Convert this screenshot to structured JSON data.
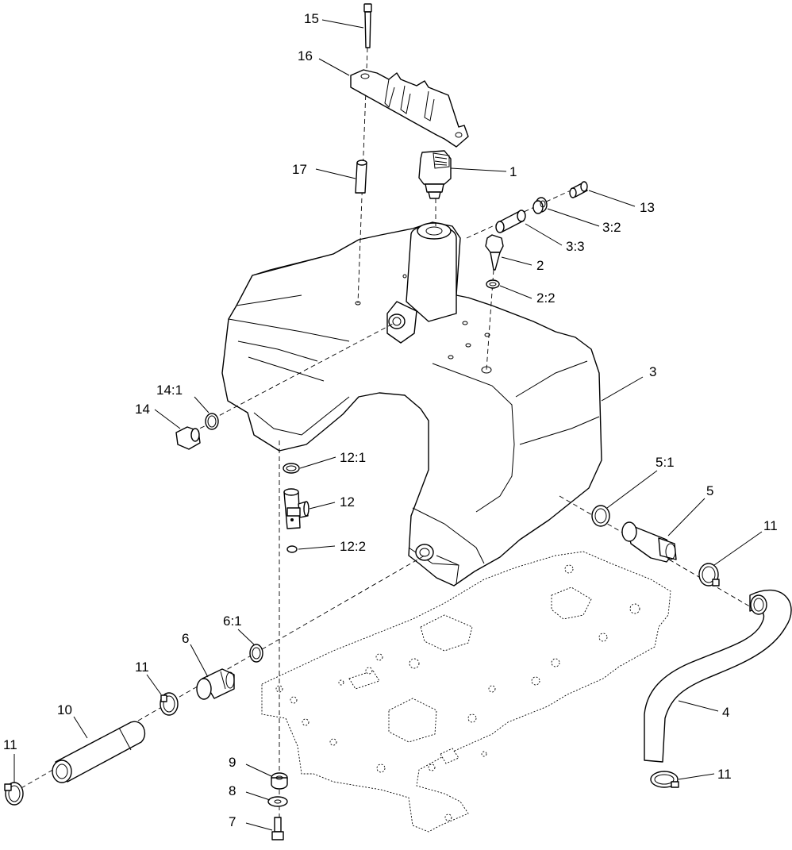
{
  "callouts": [
    {
      "id": "15",
      "text": "15"
    },
    {
      "id": "16",
      "text": "16"
    },
    {
      "id": "17",
      "text": "17"
    },
    {
      "id": "1",
      "text": "1"
    },
    {
      "id": "13",
      "text": "13"
    },
    {
      "id": "3-2",
      "text": "3:2"
    },
    {
      "id": "3-3",
      "text": "3:3"
    },
    {
      "id": "2",
      "text": "2"
    },
    {
      "id": "2-2",
      "text": "2:2"
    },
    {
      "id": "3",
      "text": "3"
    },
    {
      "id": "14-1",
      "text": "14:1"
    },
    {
      "id": "14",
      "text": "14"
    },
    {
      "id": "12-1",
      "text": "12:1"
    },
    {
      "id": "12",
      "text": "12"
    },
    {
      "id": "12-2",
      "text": "12:2"
    },
    {
      "id": "5-1",
      "text": "5:1"
    },
    {
      "id": "5",
      "text": "5"
    },
    {
      "id": "11-a",
      "text": "11"
    },
    {
      "id": "6-1",
      "text": "6:1"
    },
    {
      "id": "6",
      "text": "6"
    },
    {
      "id": "11-b",
      "text": "11"
    },
    {
      "id": "10",
      "text": "10"
    },
    {
      "id": "4",
      "text": "4"
    },
    {
      "id": "11-c",
      "text": "11"
    },
    {
      "id": "11-d",
      "text": "11"
    },
    {
      "id": "9",
      "text": "9"
    },
    {
      "id": "8",
      "text": "8"
    },
    {
      "id": "7",
      "text": "7"
    }
  ]
}
